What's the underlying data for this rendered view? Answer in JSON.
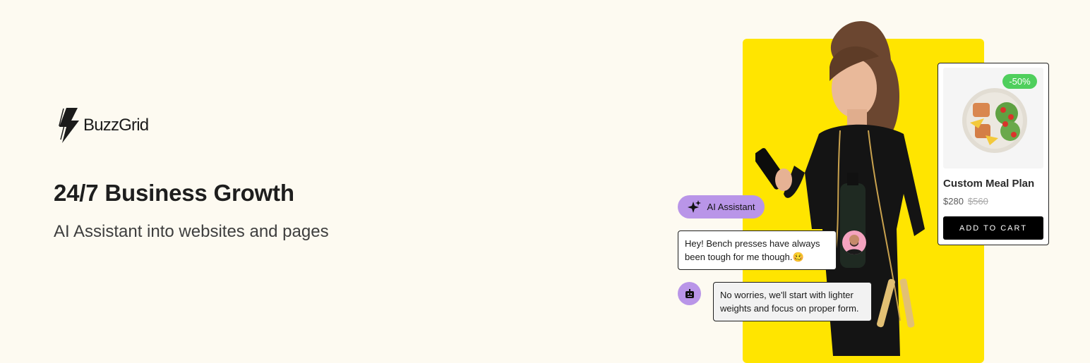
{
  "brand": {
    "name": "BuzzGrid",
    "icon": "lightning-bolt-icon"
  },
  "hero": {
    "title": "24/7 Business Growth",
    "subtitle": "AI Assistant into websites and pages"
  },
  "chat": {
    "assistant_pill": {
      "label": "AI Assistant",
      "icon": "sparkle-icon"
    },
    "messages": [
      {
        "from": "user",
        "text": "Hey! Bench presses have always been tough for me though.🥴"
      },
      {
        "from": "bot",
        "text": "No worries, we'll start with lighter weights and focus on proper form."
      }
    ]
  },
  "product": {
    "discount_badge": "-50%",
    "name": "Custom Meal Plan",
    "price": "$280",
    "original_price": "$560",
    "cta": "ADD TO CART"
  },
  "colors": {
    "background": "#fdfaf1",
    "yellow_panel": "#ffe500",
    "accent_purple": "#b995e8",
    "badge_green": "#4fcf5d",
    "button_black": "#000000"
  }
}
